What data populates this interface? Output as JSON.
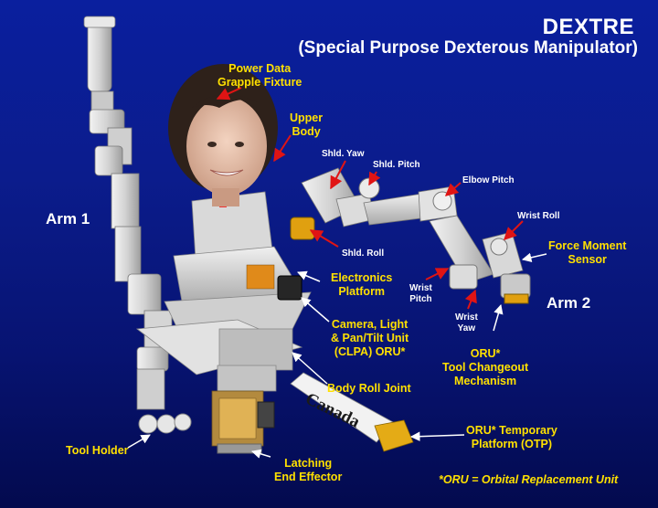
{
  "title": "DEXTRE",
  "subtitle": "(Special Purpose Dexterous Manipulator)",
  "arm1": "Arm 1",
  "arm2": "Arm 2",
  "labels": {
    "power_data": "Power Data",
    "grapple_fixture": "Grapple Fixture",
    "upper_body_1": "Upper",
    "upper_body_2": "Body",
    "electronics_1": "Electronics",
    "electronics_2": "Platform",
    "clpa_1": "Camera, Light",
    "clpa_2": "& Pan/Tilt Unit",
    "clpa_3": "(CLPA) ORU*",
    "body_roll": "Body Roll Joint",
    "tool_holder": "Tool Holder",
    "latching_1": "Latching",
    "latching_2": "End Effector",
    "orutp_1": "ORU* Temporary",
    "orutp_2": "Platform (OTP)",
    "oru_tool_1": "ORU*",
    "oru_tool_2": "Tool Changeout",
    "oru_tool_3": "Mechanism",
    "force_1": "Force Moment",
    "force_2": "Sensor"
  },
  "joints": {
    "shld_yaw": "Shld. Yaw",
    "shld_pitch": "Shld. Pitch",
    "shld_roll": "Shld. Roll",
    "elbow_pitch": "Elbow Pitch",
    "wrist_roll": "Wrist Roll",
    "wrist_pitch_1": "Wrist",
    "wrist_pitch_2": "Pitch",
    "wrist_yaw_1": "Wrist",
    "wrist_yaw_2": "Yaw"
  },
  "platform_text": "Canada",
  "footnote": "*ORU = Orbital Replacement Unit",
  "colors": {
    "background": "#0a1f9e",
    "label": "#ffe000",
    "joint_label": "#ffffff",
    "arrow": "#e01414",
    "robot": "#d4d4d4"
  }
}
